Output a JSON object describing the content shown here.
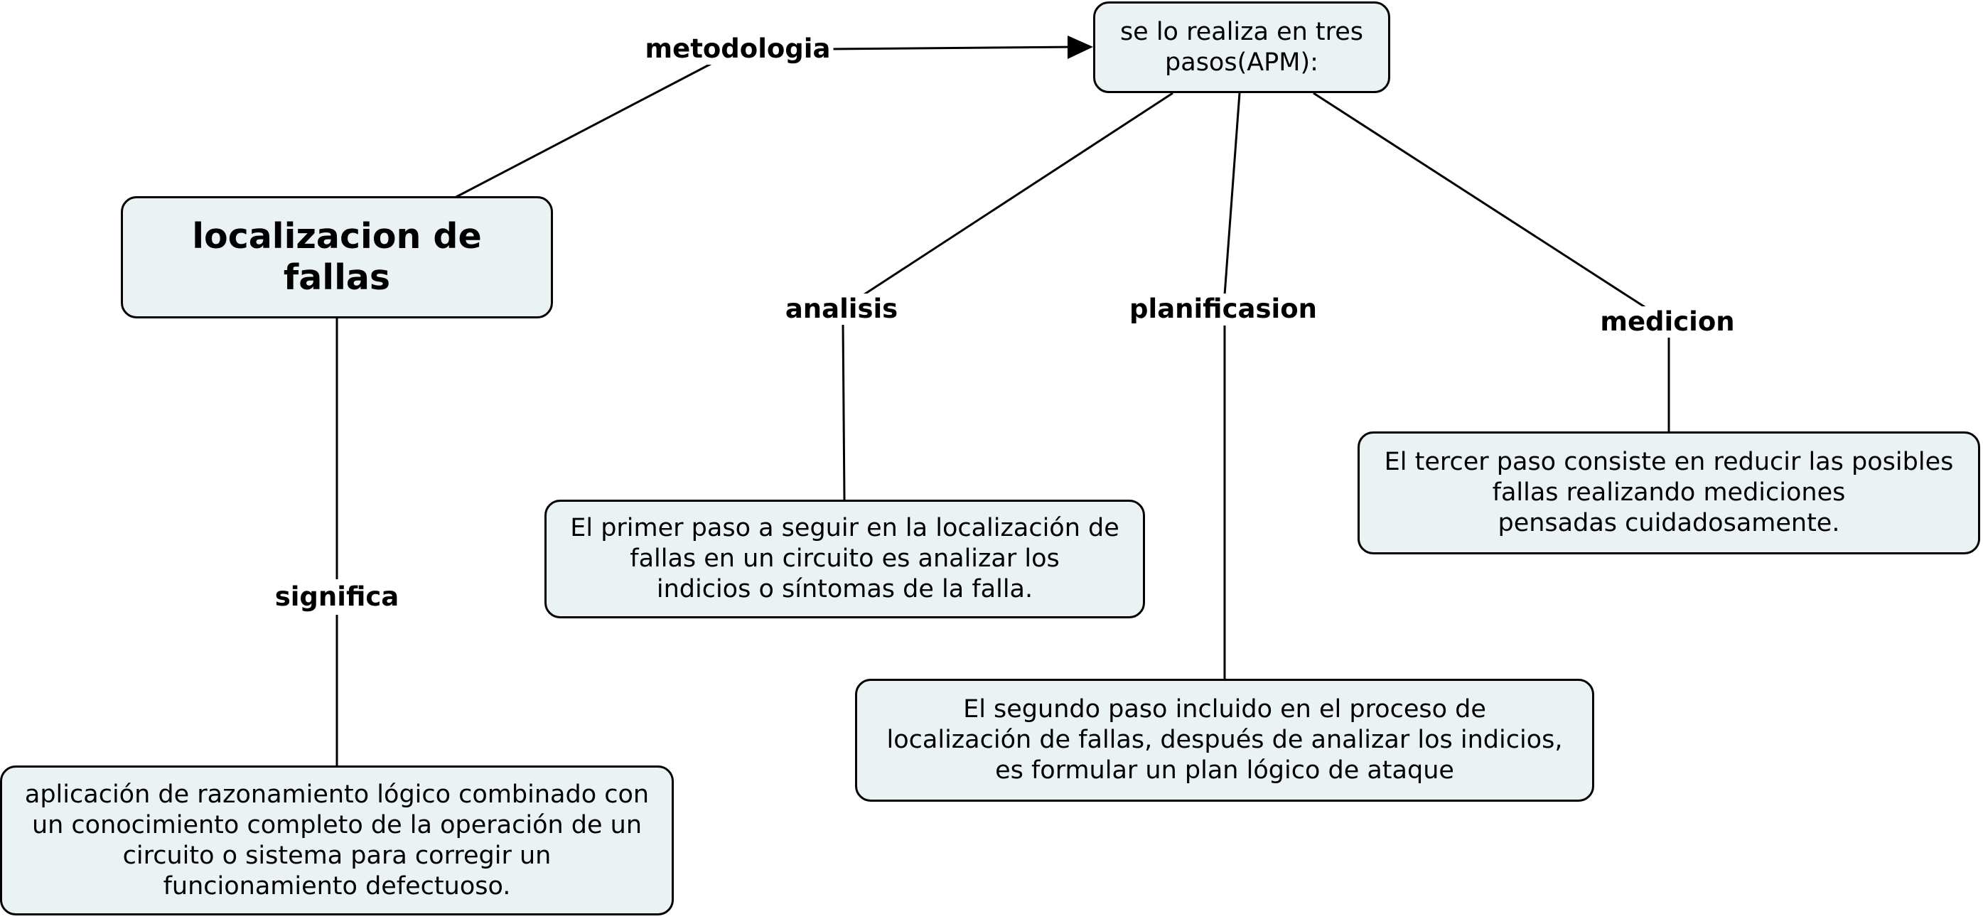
{
  "nodes": {
    "main": "localizacion de fallas",
    "steps": "se lo realiza en tres\npasos(APM):",
    "definition": "aplicación de razonamiento lógico combinado con\nun conocimiento completo de la operación de un\ncircuito o sistema para corregir un\nfuncionamiento defectuoso.",
    "analysis": "El primer paso a seguir en la localización de\nfallas en un circuito es analizar los\nindicios o síntomas de la falla.",
    "planning": "El segundo paso incluido en el proceso de\nlocalización de fallas, después de analizar los indicios,\nes formular un plan lógico de ataque",
    "measurement": "El tercer paso consiste en reducir las posibles\nfallas realizando mediciones\npensadas cuidadosamente."
  },
  "links": {
    "metodologia": "metodologia",
    "significa": "significa",
    "analisis": "analisis",
    "planificasion": "planificasion",
    "medicion": "medicion"
  },
  "colors": {
    "node_fill": "#ebf2f4",
    "stroke": "#000000"
  }
}
